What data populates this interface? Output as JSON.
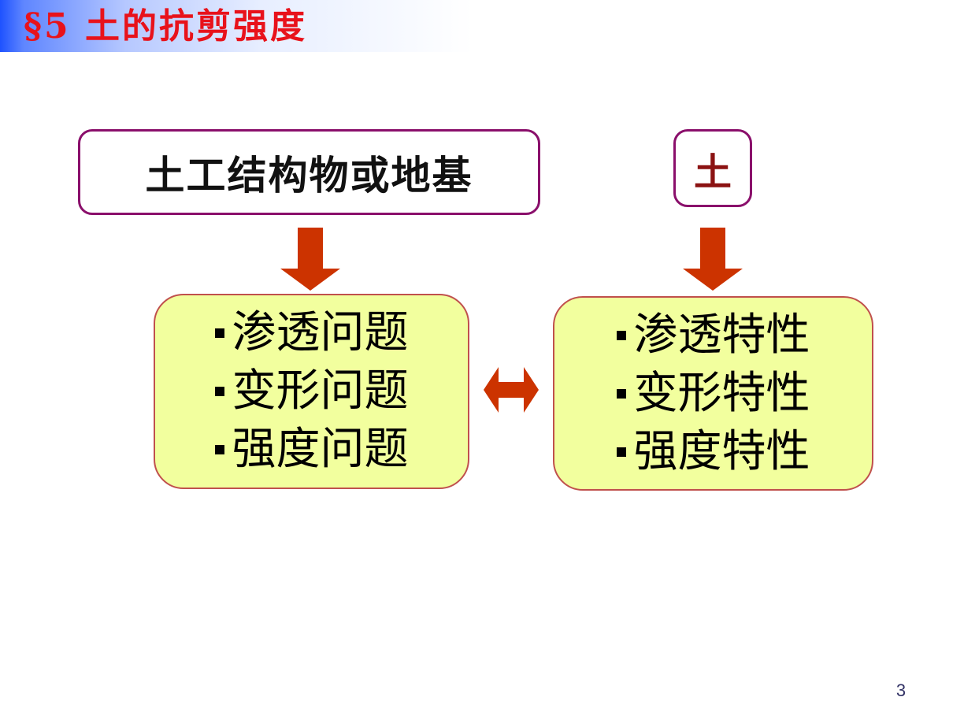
{
  "header": {
    "title": "§5 土的抗剪强度"
  },
  "diagram": {
    "left_top_box": "土工结构物或地基",
    "right_top_box": "土",
    "left_list": [
      "渗透问题",
      "变形问题",
      "强度问题"
    ],
    "right_list": [
      "渗透特性",
      "变形特性",
      "强度特性"
    ]
  },
  "colors": {
    "title": "#e8121b",
    "arrow": "#cc3300",
    "box_fill": "#f2ff9e",
    "box_border": "#c0504d",
    "head_border": "#8a0f6b",
    "soil_text": "#8b1212"
  },
  "icons": {
    "down_arrow": "arrow-down-icon",
    "double_arrow": "arrow-left-right-icon"
  },
  "footer": {
    "page_number": "3"
  }
}
